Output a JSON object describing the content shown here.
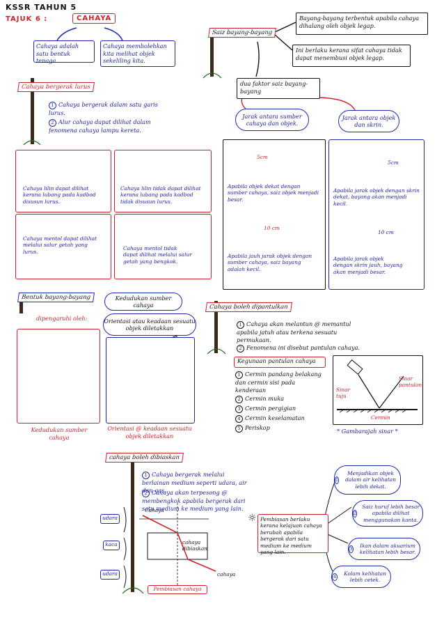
{
  "header": {
    "kssr": "KSSR TAHUN 5",
    "tajuk": "TAJUK 6 :",
    "topic": "CAHAYA"
  },
  "intro": {
    "def1": "Cahaya adalah satu bentuk tenaga.",
    "def2": "Cahaya membolehkan kita melihat objek sekeliling kita."
  },
  "straight": {
    "sign": "Cahaya bergerak lurus",
    "p1": "Cahaya bergerak dalam satu garis lurus.",
    "p2": "Alur cahaya dapat dilihat dalam fenomena cahaya lampu kereta.",
    "c1": "Cahaya lilin dapat dilihat kerana lubang pada kadbod disusun lurus.",
    "c2": "Cahaya lilin tidak dapat dilihat kerana lubang pada kadbod tidak disusun lurus.",
    "c3": "Cahaya mentol dapat dilihat melalui salur getah yang lurus.",
    "c4": "Cahaya mentol tidak dapat dilihat melalui salur getah yang bengkok."
  },
  "shadow": {
    "sign": "Saiz bayang-bayang",
    "b1": "Bayang-bayang terbentuk apabila cahaya dihalang oleh objek legap.",
    "b2": "Ini berlaku kerana sifat cahaya tidak dapat menembusi objek legap.",
    "factor": "dua faktor saiz bayang-bayang",
    "f1": "Jarak antara sumber cahaya dan objek.",
    "f2": "Jarak antara objek dan skrin.",
    "d1": "5cm",
    "d2": "10 cm",
    "d3": "5cm",
    "d4": "10 cm",
    "e1": "Apabila objek dekat dengan sumber cahaya, saiz objek menjadi besar.",
    "e2": "Apabila jauh jarak objek dengan sumber cahaya, saiz bayang adalah kecil.",
    "e3": "Apabila jarak objek dengan skrin dekat, bayang akan menjadi kecil.",
    "e4": "Apabila jarak objek dengan skrin jauh, bayang akan menjadi besar."
  },
  "shape": {
    "sign": "Bentuk bayang-bayang",
    "influenced": "dipengaruhi oleh:",
    "o1": "Kedudukan sumber cahaya",
    "o2": "Orientasi atau keadaan sesuatu objek diletakkan",
    "cap1": "Kedudukan sumber cahaya",
    "cap2": "Orientasi @ keadaan sesuatu objek diletakkan"
  },
  "reflect": {
    "sign": "Cahaya boleh dipantulkan",
    "r1": "Cahaya akan melantun @ memantul apabila jatuh atau terkena sesuatu permukaan.",
    "r2": "Fenomena ini disebut pantulan cahaya.",
    "uses_title": "Kegunaan pantulan cahaya",
    "uses": [
      "Cermin pandang belakang dan cermin sisi pada kenderaan",
      "Cermin muka",
      "Cermin pergigian",
      "Cermin keselamatan",
      "Periskop"
    ],
    "sinar_tuju": "Sinar tuju",
    "sinar_pantulan": "Sinar pantulan",
    "cermin": "Cermin",
    "gambar": "* Gambarajah sinar *"
  },
  "refract": {
    "sign": "cahaya boleh dibiaskan",
    "p1": "Cahaya bergerak melalui berlainan medium seperti udara, air dan gas.",
    "p2": "Cahaya akan terpesong @ membengkok apabila bergerak dari satu medium ke medium yang lain.",
    "udara1": "udara",
    "kaca": "kaca",
    "udara2": "udara",
    "cahaya1": "Cahaya",
    "cahaya2": "cahaya",
    "dibiaskan": "cahaya dibiaskan",
    "caption": "Pembiasan cahaya",
    "def": "Pembiasan berlaku kerana kelajuan cahaya berubah apabila bergerak dari satu medium ke medium yang lain.",
    "eff": [
      "Menjadikan objek dalam air kelihatan lebih dekat.",
      "Saiz huruf lebih besar apabila dilihat menggunakan kanta.",
      "Ikan dalam akuarium kelihatan lebih besar.",
      "Kolam kelihatan lebih cetek."
    ]
  }
}
